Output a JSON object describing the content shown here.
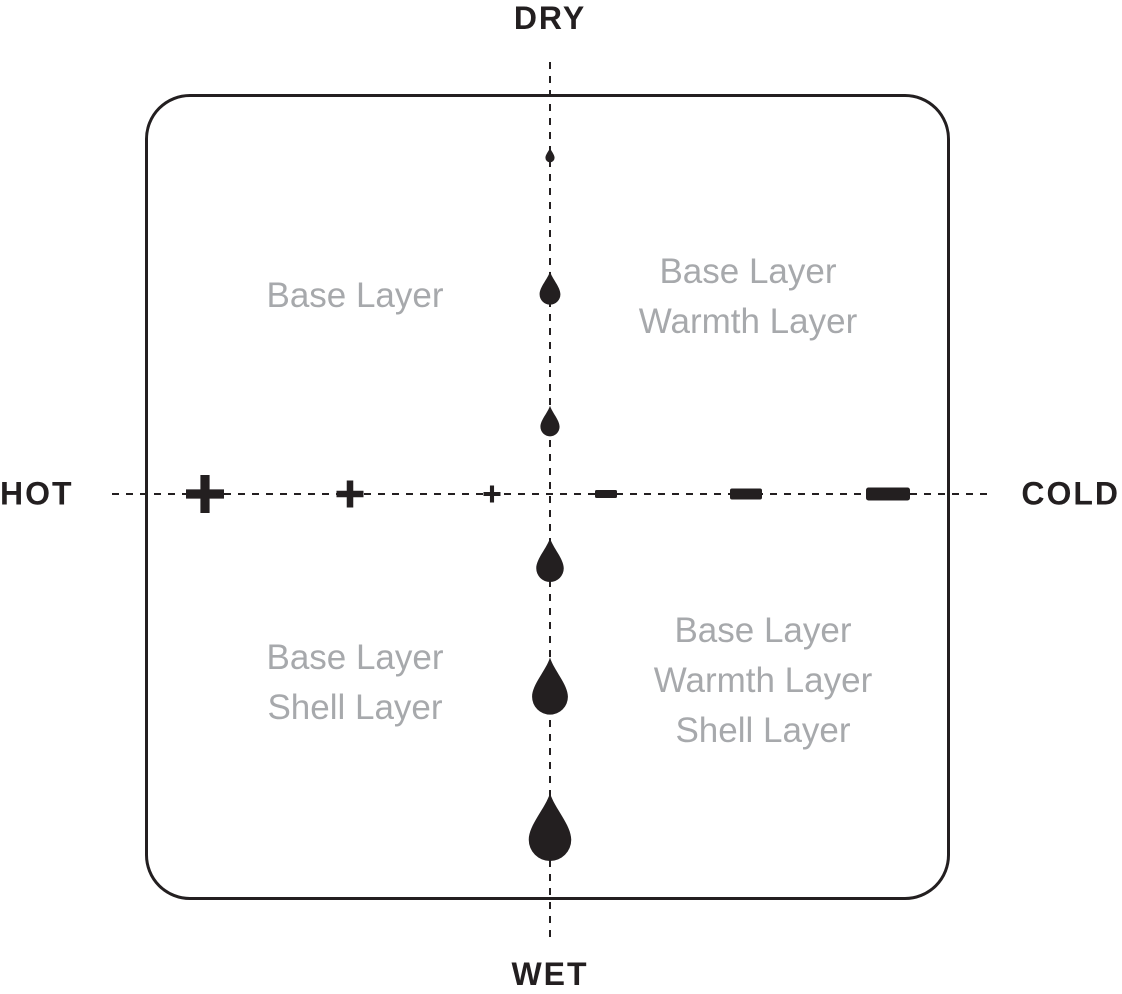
{
  "colors": {
    "ink": "#231f20",
    "label_gray": "#a7a9ac",
    "background": "#ffffff"
  },
  "axes": {
    "top": "DRY",
    "bottom": "WET",
    "left": "HOT",
    "right": "COLD"
  },
  "quadrants": {
    "top_left": {
      "lines": [
        "Base Layer"
      ]
    },
    "top_right": {
      "lines": [
        "Base Layer",
        "Warmth Layer"
      ]
    },
    "bottom_left": {
      "lines": [
        "Base Layer",
        "Shell Layer"
      ]
    },
    "bottom_right": {
      "lines": [
        "Base Layer",
        "Warmth Layer",
        "Shell Layer"
      ]
    }
  },
  "icons": {
    "hot_side_markers": [
      "plus-large-icon",
      "plus-medium-icon",
      "plus-small-icon"
    ],
    "cold_side_markers": [
      "minus-small-icon",
      "minus-medium-icon",
      "minus-large-icon"
    ],
    "moisture_markers": [
      "droplet-xs-icon",
      "droplet-sm-icon",
      "droplet-sm2-icon",
      "droplet-md-icon",
      "droplet-lg-icon",
      "droplet-xl-icon"
    ]
  }
}
